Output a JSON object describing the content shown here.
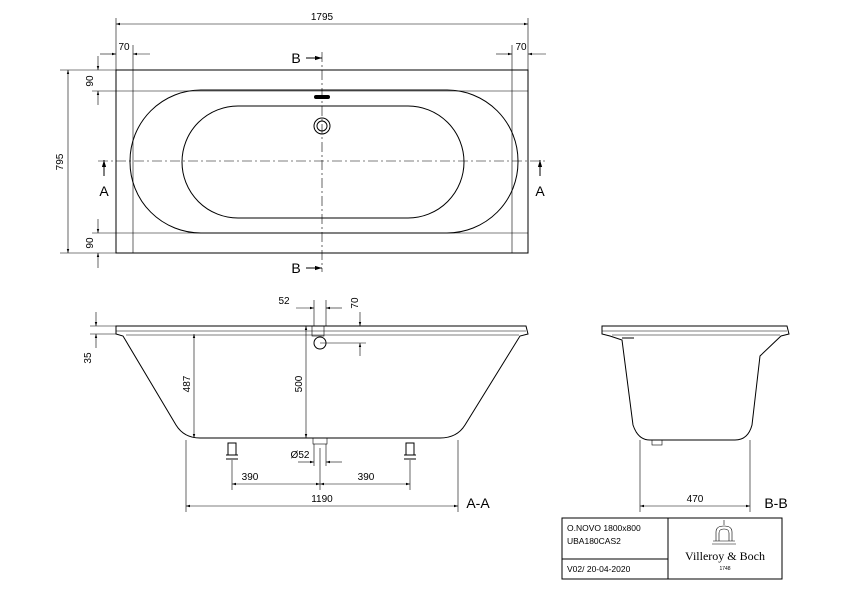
{
  "dimensions": {
    "overall_length": "1795",
    "left_rim": "70",
    "right_rim": "70",
    "top_rim": "90",
    "bottom_rim": "90",
    "overall_width": "795",
    "waste_offset": "52",
    "overflow_offset": "70",
    "rim_height": "35",
    "inner_depth": "487",
    "total_depth": "500",
    "waste_diameter": "Ø52",
    "leg_left": "390",
    "leg_right": "390",
    "bottom_length": "1190",
    "bottom_width": "470"
  },
  "section_markers": {
    "a_left": "A",
    "a_right": "A",
    "b_top": "B",
    "b_bottom": "B"
  },
  "view_labels": {
    "section_aa": "A-A",
    "section_bb": "B-B"
  },
  "title_block": {
    "product": "O.NOVO  1800x800",
    "code": "UBA180CAS2",
    "version": "V02/ 20-04-2020",
    "brand": "Villeroy & Boch",
    "since": "1748"
  }
}
